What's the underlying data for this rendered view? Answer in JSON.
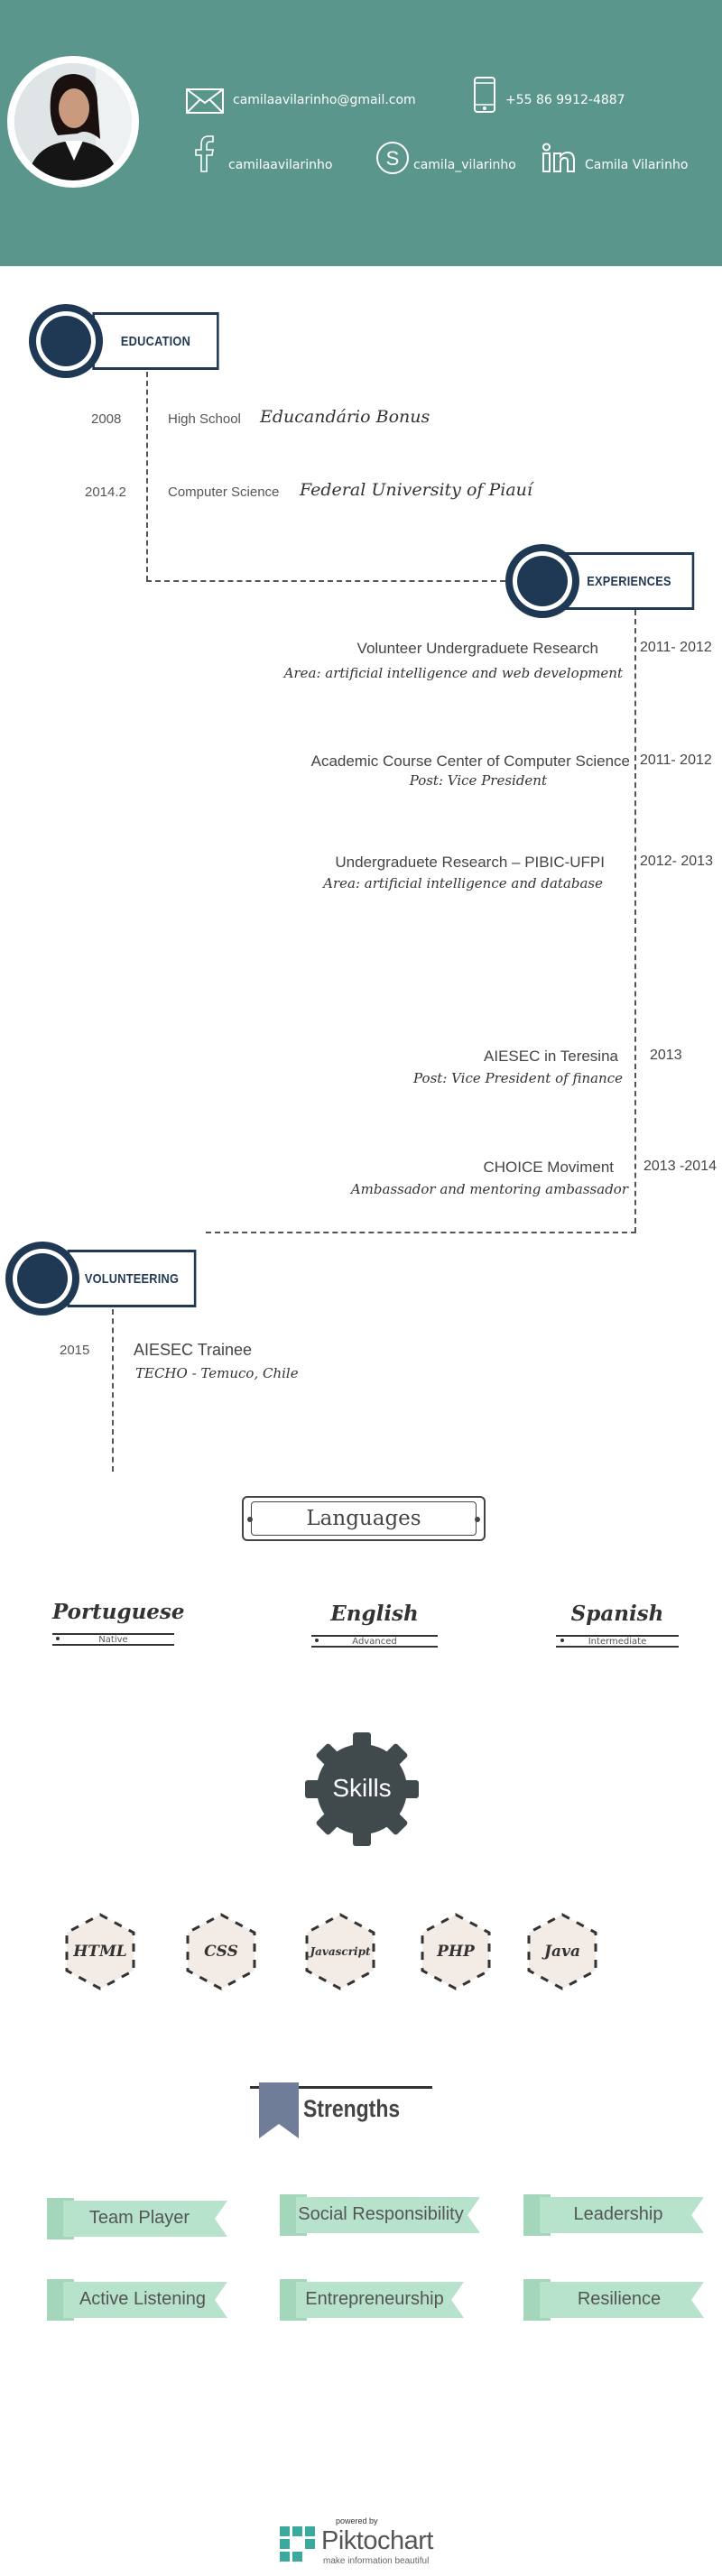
{
  "contact": {
    "email": "camilaavilarinho@gmail.com",
    "phone": "+55 86 9912-4887",
    "facebook": "camilaavilarinho",
    "skype": "camila_vilarinho",
    "linkedin": "Camila Vilarinho"
  },
  "education": {
    "heading": "EDUCATION",
    "items": [
      {
        "year": "2008",
        "type": "High School",
        "school": "Educandário Bonus"
      },
      {
        "year": "2014.2",
        "type": "Computer Science",
        "school": "Federal University of Piauí"
      }
    ]
  },
  "experiences": {
    "heading": "EXPERIENCES",
    "items": [
      {
        "title": "Volunteer Undergraduete Research",
        "subtitle": "Area: artificial intelligence and web development",
        "year": "2011- 2012"
      },
      {
        "title": "Academic Course Center of Computer Science",
        "subtitle": "Post: Vice President",
        "year": "2011- 2012"
      },
      {
        "title": "Undergraduete Research – PIBIC-UFPI",
        "subtitle": "Area: artificial intelligence and database",
        "year": "2012- 2013"
      },
      {
        "title": "AIESEC in Teresina",
        "subtitle": "Post: Vice President of finance",
        "year": "2013"
      },
      {
        "title": "CHOICE Moviment",
        "subtitle": "Ambassador and mentoring ambassador",
        "year": "2013 -2014"
      }
    ]
  },
  "volunteering": {
    "heading": "VOLUNTEERING",
    "items": [
      {
        "year": "2015",
        "title": "AIESEC Trainee",
        "subtitle": "TECHO - Temuco, Chile"
      }
    ]
  },
  "languages": {
    "heading": "Languages",
    "items": [
      {
        "name": "Portuguese",
        "level": "Native"
      },
      {
        "name": "English",
        "level": "Advanced"
      },
      {
        "name": "Spanish",
        "level": "Intermediate"
      }
    ]
  },
  "skills": {
    "heading": "Skills",
    "items": [
      "HTML",
      "CSS",
      "Javascript",
      "PHP",
      "Java"
    ]
  },
  "strengths": {
    "heading": "Strengths",
    "items": [
      "Team Player",
      "Social Responsibility",
      "Leadership",
      "Active Listening",
      "Entrepreneurship",
      "Resilience"
    ]
  },
  "footer": {
    "powered_by": "powered by",
    "brand": "Piktochart",
    "tagline": "make information beautiful"
  },
  "colors": {
    "header_bg": "#5a968b",
    "navy": "#1f3853",
    "ribbon": "#b7e2cb",
    "ribbon_dark": "#a3d6bb",
    "gear": "#404a4c"
  }
}
